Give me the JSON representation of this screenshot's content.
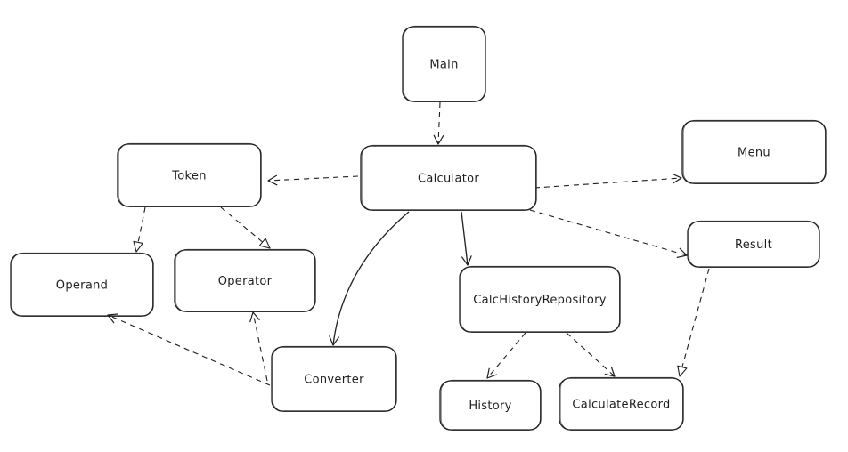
{
  "diagram": {
    "nodes": [
      {
        "id": "main",
        "label": "Main"
      },
      {
        "id": "calculator",
        "label": "Calculator"
      },
      {
        "id": "menu",
        "label": "Menu"
      },
      {
        "id": "token",
        "label": "Token"
      },
      {
        "id": "result",
        "label": "Result"
      },
      {
        "id": "operand",
        "label": "Operand"
      },
      {
        "id": "operator",
        "label": "Operator"
      },
      {
        "id": "calc_history_repository",
        "label": "CalcHistoryRepository"
      },
      {
        "id": "converter",
        "label": "Converter"
      },
      {
        "id": "history",
        "label": "History"
      },
      {
        "id": "calculate_record",
        "label": "CalculateRecord"
      }
    ],
    "edges": [
      {
        "from": "main",
        "to": "calculator",
        "style": "dashed",
        "head": "open"
      },
      {
        "from": "calculator",
        "to": "token",
        "style": "dashed",
        "head": "open"
      },
      {
        "from": "calculator",
        "to": "menu",
        "style": "dashed",
        "head": "open"
      },
      {
        "from": "calculator",
        "to": "result",
        "style": "dashed",
        "head": "open"
      },
      {
        "from": "calculator",
        "to": "converter",
        "style": "solid",
        "head": "open"
      },
      {
        "from": "calculator",
        "to": "calc_history_repository",
        "style": "solid",
        "head": "open"
      },
      {
        "from": "token",
        "to": "operand",
        "style": "dashed",
        "head": "hollow"
      },
      {
        "from": "token",
        "to": "operator",
        "style": "dashed",
        "head": "hollow"
      },
      {
        "from": "converter",
        "to": "operand",
        "style": "dashed",
        "head": "open"
      },
      {
        "from": "converter",
        "to": "operator",
        "style": "dashed",
        "head": "open"
      },
      {
        "from": "calc_history_repository",
        "to": "history",
        "style": "dashed",
        "head": "open"
      },
      {
        "from": "calc_history_repository",
        "to": "calculate_record",
        "style": "dashed",
        "head": "open"
      },
      {
        "from": "result",
        "to": "calculate_record",
        "style": "dashed",
        "head": "hollow"
      }
    ]
  }
}
